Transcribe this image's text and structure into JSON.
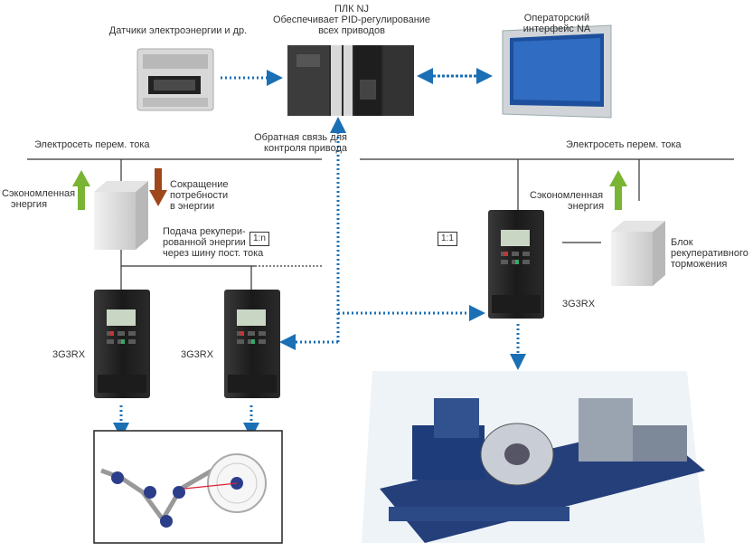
{
  "labels": {
    "sensors": "Датчики электроэнергии и др.",
    "plc_title": "ПЛК NJ",
    "plc_desc1": "Обеспечивает PID-регулирование",
    "plc_desc2": "всех приводов",
    "hmi1": "Операторский",
    "hmi2": "интерфейс NA",
    "feedback1": "Обратная связь для",
    "feedback2": "контроля привода",
    "grid_left": "Электросеть перем. тока",
    "grid_right": "Электросеть перем. тока",
    "saved_left1": "Сэкономленная",
    "saved_left2": "энергия",
    "reduce1": "Сокращение",
    "reduce2": "потребности",
    "reduce3": "в энергии",
    "supply1": "Подача рекупери-",
    "supply2": "рованной энергии",
    "supply3": "через шину пост. тока",
    "ratio_left": "1:n",
    "ratio_right": "1:1",
    "saved_right1": "Сэкономленная",
    "saved_right2": "энергия",
    "brake1": "Блок",
    "brake2": "рекуперативного",
    "brake3": "торможения",
    "drive1": "3G3RX",
    "drive2": "3G3RX",
    "drive3": "3G3RX"
  },
  "colors": {
    "arrow_blue": "#1a6fb5",
    "green": "#7ab433",
    "brown": "#a0461c"
  }
}
